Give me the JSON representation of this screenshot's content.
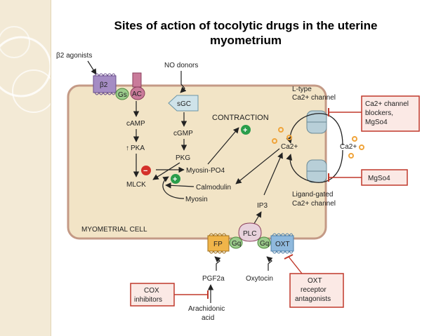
{
  "title_line1": "Sites of action of tocolytic drugs in the uterine",
  "title_line2": "myometrium",
  "labels": {
    "b2_agonists": "β2 agonists",
    "b2": "β2",
    "gs": "Gs",
    "ac": "AC",
    "no_donors": "NO donors",
    "sgc": "sGC",
    "camp": "cAMP",
    "cgmp": "cGMP",
    "pka": "PKA",
    "pkg": "PKG",
    "contraction": "CONTRACTION",
    "myosin_po4": "Myosin-PO4",
    "mlck": "MLCK",
    "calmodulin": "Calmodulin",
    "myosin": "Myosin",
    "ltype_line1": "L-type",
    "ltype_line2": "Ca2+ channel",
    "ca_in": "Ca2+",
    "ca_out": "Ca2+",
    "ligand_line1": "Ligand-gated",
    "ligand_line2": "Ca2+ channel",
    "ip3": "IP3",
    "myometrial_cell": "MYOMETRIAL CELL",
    "plc": "PLC",
    "fp": "FP",
    "gq1": "Gq",
    "gq2": "Gq",
    "oxt": "OXT",
    "pgf": "PGF2a",
    "oxytocin": "Oxytocin",
    "arachidonic_line1": "Arachidonic",
    "arachidonic_line2": "acid"
  },
  "boxes": {
    "ca_blockers": [
      "Ca2+ channel",
      "blockers,",
      "MgSo4"
    ],
    "mgso4": "MgSo4",
    "cox": [
      "COX",
      "inhibitors"
    ],
    "oxt_antagonists": [
      "OXT",
      "receptor",
      "antagonists"
    ]
  },
  "signs": {
    "plus": "+",
    "minus": "−"
  },
  "colors": {
    "cell_fill": "#f2e4c6",
    "cell_border": "#c49a86",
    "box_border": "#c0392b",
    "box_fill": "#fbe9e5",
    "receptor": "#a58cc4",
    "ac": "#c97b9a",
    "g_protein": "#9ccc8c",
    "channel": "#b8cfd8",
    "fp": "#f0b54a",
    "oxt": "#8fb9dd",
    "plus": "#2a9d4b",
    "minus": "#d4312b",
    "ion": "#f0a43a"
  }
}
